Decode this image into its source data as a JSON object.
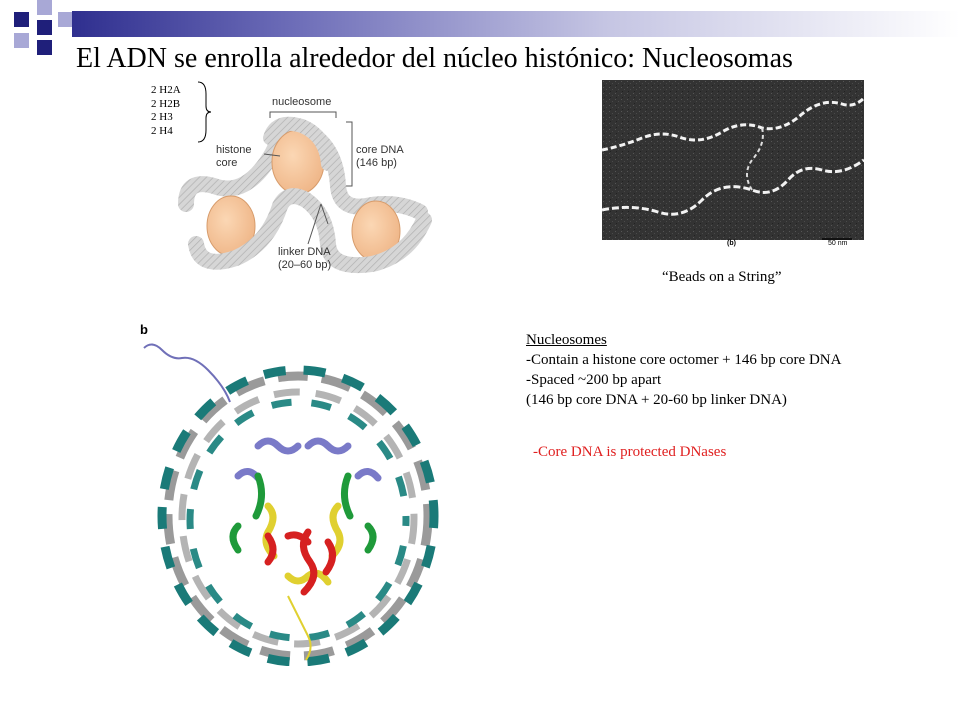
{
  "slide": {
    "title": "El ADN se enrolla alrededor del núcleo histónico: Nucleosomas",
    "accent_colors": {
      "title_bar_dark": "#2f2f8f",
      "square_dark": "#1f1f7a",
      "square_light": "#a8a8d6",
      "highlight_text": "#e02020"
    }
  },
  "histones": {
    "items": [
      "2 H2A",
      "2 H2B",
      "2 H3",
      "2 H4"
    ]
  },
  "diagram": {
    "nucleosome_label": "nucleosome",
    "histone_core_label_1": "histone",
    "histone_core_label_2": "core",
    "core_dna_label_1": "core DNA",
    "core_dna_label_2": "(146 bp)",
    "linker_dna_label_1": "linker DNA",
    "linker_dna_label_2": "(20–60 bp)"
  },
  "micrograph": {
    "panel_letter": "(b)",
    "scale_label": "50 nm",
    "caption": "“Beads on a String”"
  },
  "structure": {
    "panel_letter": "b"
  },
  "info": {
    "heading": "Nucleosomes",
    "line1": "-Contain a histone core octomer + 146 bp core DNA",
    "line2": "-Spaced ~200 bp apart",
    "line3": "(146 bp core DNA + 20-60 bp linker DNA)",
    "note": "-Core DNA is protected DNases"
  }
}
